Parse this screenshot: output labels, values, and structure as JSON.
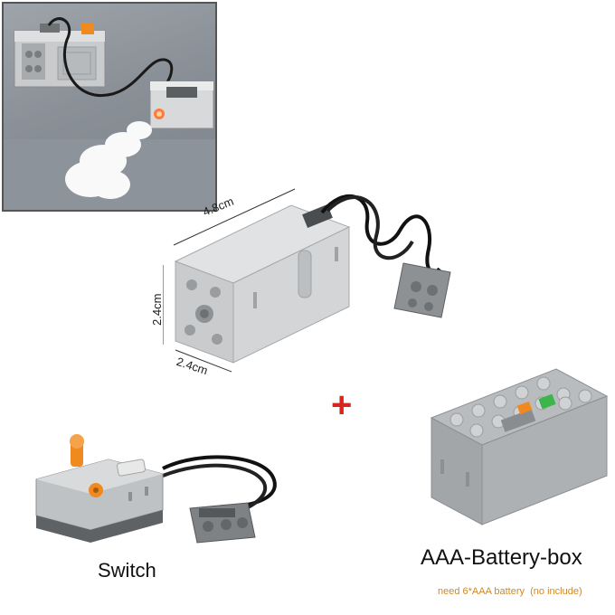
{
  "dimensions": {
    "length": "4.8cm",
    "height": "2.4cm",
    "width": "2.4cm"
  },
  "plus_symbol": "+",
  "switch": {
    "label": "Switch"
  },
  "battery_box": {
    "label": "AAA-Battery-box",
    "note": "need 6*AAA battery  (no include)"
  },
  "colors": {
    "accent_plus": "#d7261d",
    "note_text": "#cc8a2a",
    "brick_gray": "#b9bcbf",
    "connector_orange": "#f08a1e",
    "button_green": "#3cb54a"
  }
}
